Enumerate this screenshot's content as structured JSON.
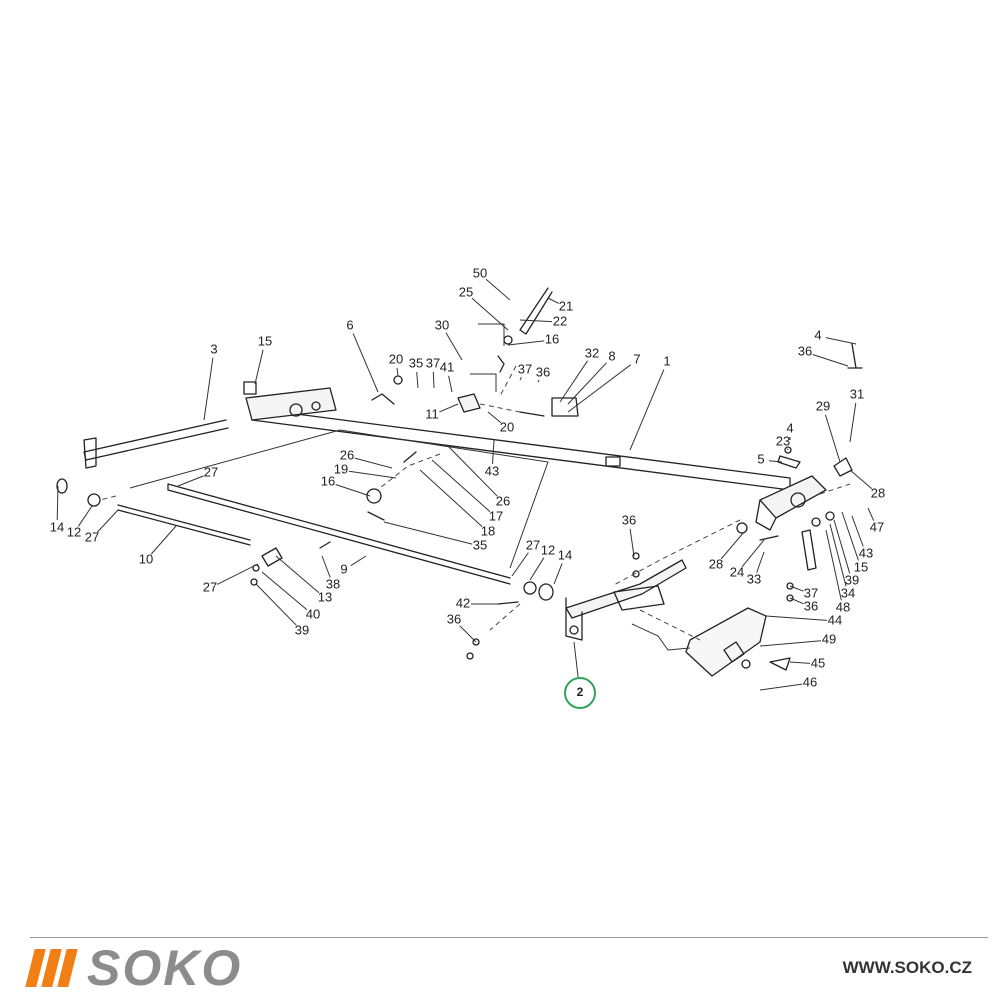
{
  "colors": {
    "brand_orange": "#f07f16",
    "brand_grey": "#8c8c8c",
    "highlight_green": "#2fa35a",
    "ink": "#222222"
  },
  "diagram": {
    "part_labels": [
      "50",
      "25",
      "21",
      "22",
      "16",
      "30",
      "6",
      "3",
      "15",
      "20",
      "35",
      "37",
      "41",
      "37",
      "36",
      "32",
      "8",
      "7",
      "1",
      "4",
      "36",
      "11",
      "20",
      "31",
      "29",
      "4",
      "23",
      "5",
      "43",
      "26",
      "19",
      "16",
      "26",
      "17",
      "18",
      "35",
      "28",
      "27",
      "14",
      "12",
      "27",
      "10",
      "27",
      "13",
      "38",
      "40",
      "39",
      "9",
      "27",
      "12",
      "14",
      "42",
      "36",
      "36",
      "28",
      "24",
      "33",
      "47",
      "43",
      "15",
      "39",
      "34",
      "48",
      "37",
      "36",
      "44",
      "49",
      "45",
      "46",
      "2"
    ],
    "highlighted_part": "2"
  },
  "footer": {
    "brand_name": "SOKO",
    "website": "WWW.SOKO.CZ"
  }
}
